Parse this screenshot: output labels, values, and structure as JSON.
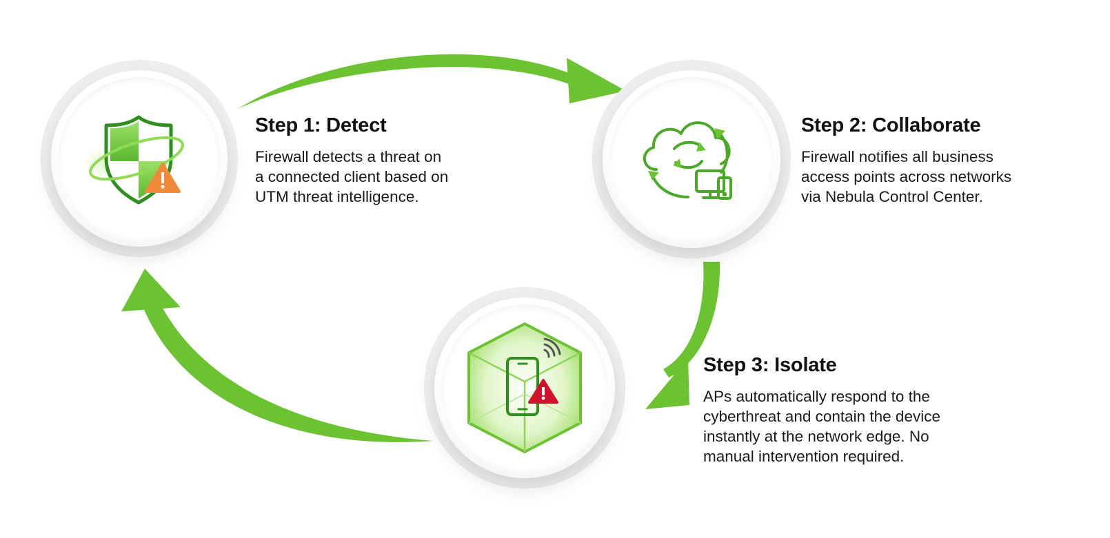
{
  "accent": "#6cc331",
  "accent_dark": "#3f9e1c",
  "warning_orange": "#f08a3a",
  "alert_red": "#d3122c",
  "steps": [
    {
      "title": "Step 1: Detect",
      "body": "Firewall detects a threat on\na connected client based on\nUTM threat intelligence.",
      "icon": "shield-warning-icon"
    },
    {
      "title": "Step 2: Collaborate",
      "body": "Firewall notifies all business\naccess points across networks\nvia Nebula Control Center.",
      "icon": "cloud-sync-devices-icon"
    },
    {
      "title": "Step 3: Isolate",
      "body": "APs automatically respond to the\ncyberthreat and contain the device\ninstantly at the network edge. No\nmanual intervention required.",
      "icon": "isolated-phone-cube-icon"
    }
  ]
}
